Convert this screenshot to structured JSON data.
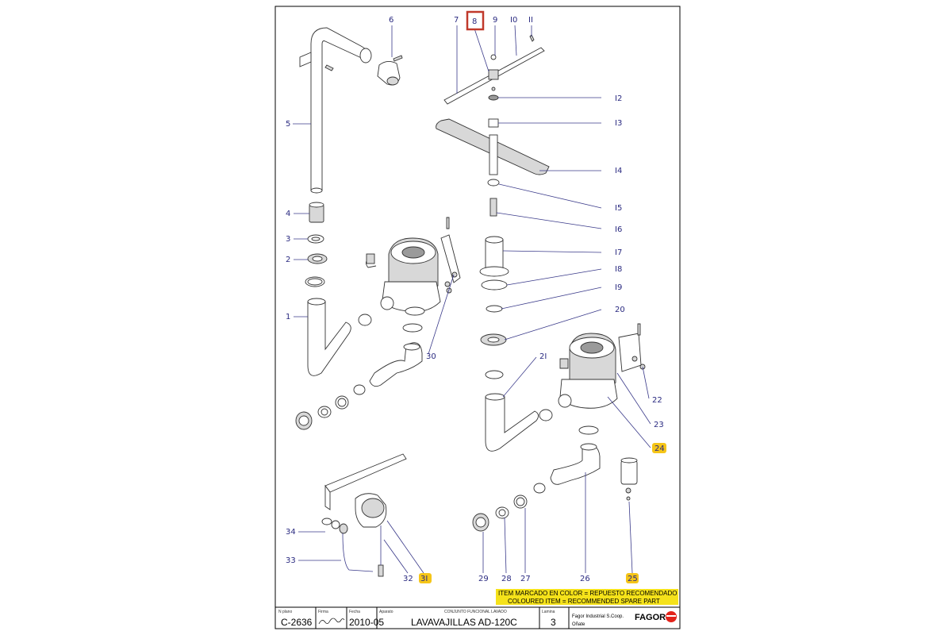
{
  "callouts": {
    "c1": "1",
    "c2": "2",
    "c3": "3",
    "c4": "4",
    "c5": "5",
    "c6": "6",
    "c7": "7",
    "c8": "8",
    "c9": "9",
    "c10": "I0",
    "c11": "II",
    "c12": "I2",
    "c13": "I3",
    "c14": "I4",
    "c15": "I5",
    "c16": "I6",
    "c17": "I7",
    "c18": "I8",
    "c19": "I9",
    "c20": "20",
    "c21": "2I",
    "c22": "22",
    "c23": "23",
    "c24": "24",
    "c25": "25",
    "c26": "26",
    "c27": "27",
    "c28": "28",
    "c29": "29",
    "c30": "30",
    "c31": "3I",
    "c32": "32",
    "c33": "33",
    "c34": "34"
  },
  "legend": {
    "line1": "ITEM MARCADO EN COLOR = REPUESTO RECOMENDADO",
    "line2": "COLOURED  ITEM =  RECOMMENDED SPARE PART"
  },
  "title_block": {
    "plan_label": "N plano",
    "plan_value": "C-2636",
    "signature_label": "Firma",
    "date_label": "Fecha",
    "date_value": "2010-05",
    "device_label": "Aparato",
    "set_label": "CONJUNTO FUNCIONAL LAVADO",
    "device_value": "LAVAVAJILLAS AD-120C",
    "sheet_label": "Lamina",
    "sheet_value": "3",
    "company_line1": "Fagor Industrial S.Coop.",
    "company_line2": "Oñate",
    "brand": "FAGOR"
  },
  "colors": {
    "highlight": "#f5c518",
    "selection_box": "#c0392b",
    "callout_text": "#2a2a80",
    "brand_red": "#e2231a"
  }
}
